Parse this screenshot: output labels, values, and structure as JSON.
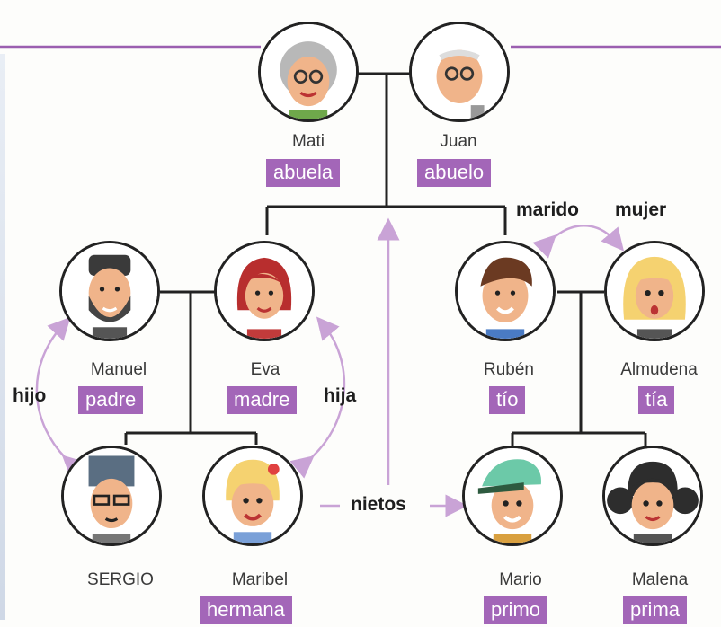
{
  "people": {
    "mati": {
      "name": "Mati",
      "role": "abuela"
    },
    "juan": {
      "name": "Juan",
      "role": "abuelo"
    },
    "manuel": {
      "name": "Manuel",
      "role": "padre"
    },
    "eva": {
      "name": "Eva",
      "role": "madre"
    },
    "ruben": {
      "name": "Rubén",
      "role": "tío"
    },
    "almudena": {
      "name": "Almudena",
      "role": "tía"
    },
    "sergio": {
      "name": "SERGIO",
      "role": ""
    },
    "maribel": {
      "name": "Maribel",
      "role": "hermana"
    },
    "mario": {
      "name": "Mario",
      "role": "primo"
    },
    "malena": {
      "name": "Malena",
      "role": "prima"
    }
  },
  "relations": {
    "hijo": "hijo",
    "hija": "hija",
    "marido": "marido",
    "mujer": "mujer",
    "nietos": "nietos"
  },
  "colors": {
    "accent": "#a366b8",
    "arrow": "#c9a3d6",
    "line": "#222222",
    "top_rule": "#9b5fb0"
  }
}
